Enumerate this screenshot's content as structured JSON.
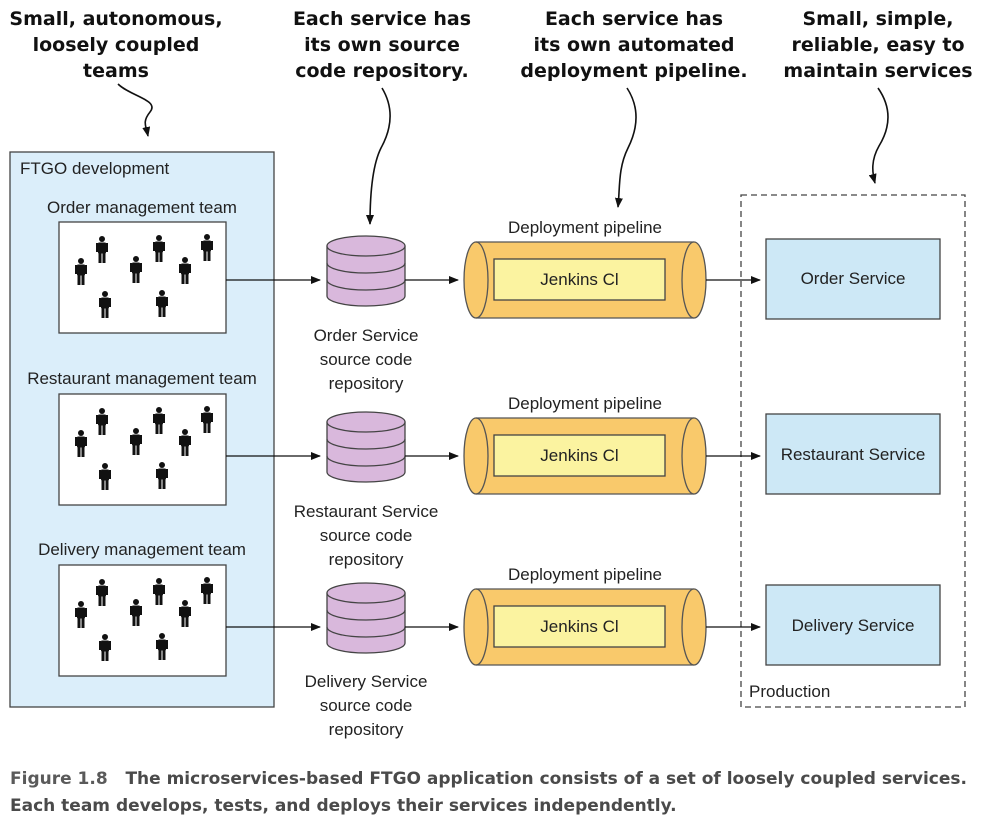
{
  "callouts": {
    "teams": "Small, autonomous,\nloosely coupled teams",
    "repos": "Each service has\nits own source\ncode repository.",
    "pipelines": "Each service has\nits own automated\ndeployment pipeline.",
    "services": "Small, simple,\nreliable, easy to\nmaintain services"
  },
  "dev_box": {
    "title": "FTGO development"
  },
  "teams": [
    {
      "label": "Order management team"
    },
    {
      "label": "Restaurant management team"
    },
    {
      "label": "Delivery management team"
    }
  ],
  "repos": [
    {
      "label": "Order Service\nsource code\nrepository"
    },
    {
      "label": "Restaurant Service\nsource code\nrepository"
    },
    {
      "label": "Delivery Service\nsource code\nrepository"
    }
  ],
  "pipelines": [
    {
      "label": "Deployment pipeline",
      "inner": "Jenkins Cl"
    },
    {
      "label": "Deployment pipeline",
      "inner": "Jenkins Cl"
    },
    {
      "label": "Deployment pipeline",
      "inner": "Jenkins Cl"
    }
  ],
  "services": [
    {
      "label": "Order Service"
    },
    {
      "label": "Restaurant Service"
    },
    {
      "label": "Delivery Service"
    }
  ],
  "production": {
    "label": "Production"
  },
  "caption": {
    "number": "Figure 1.8",
    "text": "The microservices-based FTGO application consists of a set of loosely coupled services. Each team develops, tests, and deploys their services independently."
  },
  "colors": {
    "dev_fill": "#dbeefa",
    "service_fill": "#cde8f6",
    "repo_fill": "#d9b8dc",
    "pipeline_fill": "#f9c96b",
    "jenkins_fill": "#fbf3a0"
  }
}
